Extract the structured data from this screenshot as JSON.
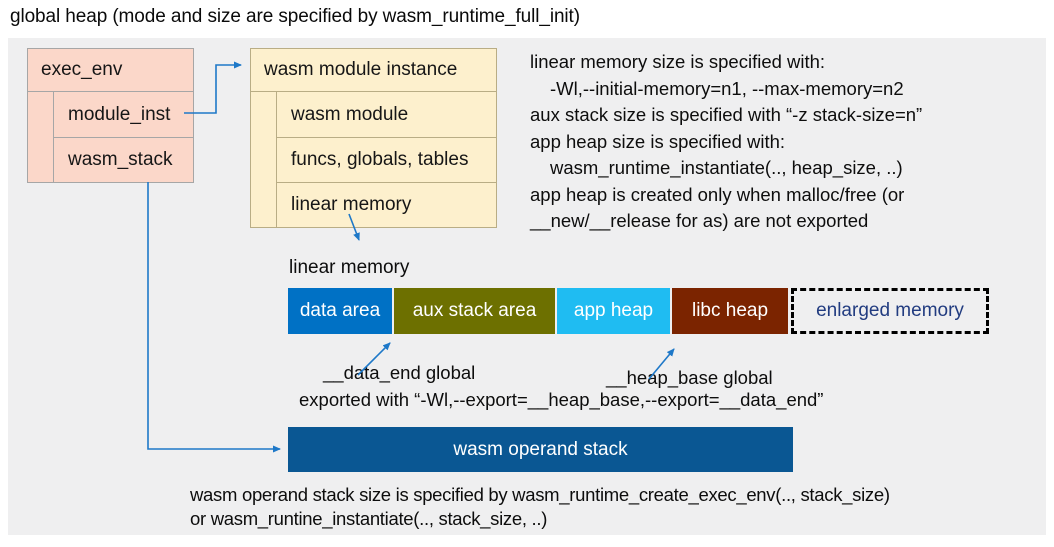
{
  "title": "global heap (mode and size are specified by wasm_runtime_full_init)",
  "colors": {
    "panel_bg": "#efeff0",
    "exec_box_fill": "#fbd7c9",
    "module_box_fill": "#fdf0cd",
    "arrow_blue": "#1e78c8",
    "operand_stack_fill": "#0a5793",
    "enlarged_memory_text": "#223c80"
  },
  "exec_env": {
    "title": "exec_env",
    "rows": [
      {
        "label": "module_inst"
      },
      {
        "label": "wasm_stack"
      }
    ]
  },
  "module_instance": {
    "title": "wasm module instance",
    "rows": [
      {
        "label": "wasm module"
      },
      {
        "label": "funcs, globals, tables"
      },
      {
        "label": "linear memory"
      }
    ]
  },
  "notes": {
    "lines": [
      "linear memory size is specified with:",
      "-Wl,--initial-memory=n1, --max-memory=n2",
      "aux stack size is specified with “-z stack-size=n”",
      "app heap size is specified with:",
      "wasm_runtime_instantiate(.., heap_size, ..)",
      "app heap is created only when malloc/free (or",
      "__new/__release for as) are not exported"
    ]
  },
  "linear_memory": {
    "label": "linear memory",
    "segments": [
      {
        "name": "data-area",
        "label": "data area",
        "fill": "#0071c5",
        "text": "#ffffff"
      },
      {
        "name": "aux-stack-area",
        "label": "aux stack area",
        "fill": "#6d7000",
        "text": "#ffffff"
      },
      {
        "name": "app-heap",
        "label": "app heap",
        "fill": "#1fbcf2",
        "text": "#ffffff"
      },
      {
        "name": "libc-heap",
        "label": "libc heap",
        "fill": "#7b2400",
        "text": "#ffffff"
      },
      {
        "name": "enlarged-memory",
        "label": "enlarged memory",
        "fill": "#efeff0",
        "text": "#223c80",
        "dashed": true
      }
    ]
  },
  "annotations": {
    "data_end": "__data_end global",
    "heap_base": "__heap_base global",
    "exported": "exported with “-Wl,--export=__heap_base,--export=__data_end”"
  },
  "operand_stack": {
    "label": "wasm operand stack"
  },
  "footer": {
    "lines": [
      "wasm operand stack size is specified by wasm_runtime_create_exec_env(.., stack_size)",
      "or wasm_runtine_instantiate(.., stack_size, ..)"
    ]
  }
}
